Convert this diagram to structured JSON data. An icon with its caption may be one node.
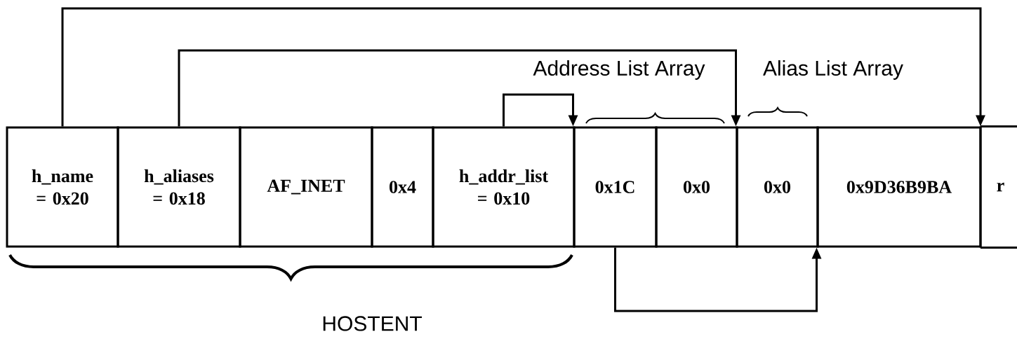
{
  "diagram": {
    "nodes": [
      {
        "text": [
          "h_name = 0x20"
        ]
      },
      {
        "text": [
          "h_aliases = 0x18"
        ]
      },
      {
        "text": [
          "AF_INET"
        ]
      },
      {
        "text": [
          "0x4"
        ]
      },
      {
        "text": [
          "h_addr_list = 0x10"
        ]
      },
      {
        "text": [
          "0x1C"
        ]
      },
      {
        "text": [
          "0x0"
        ]
      },
      {
        "text": [
          "0x0"
        ]
      },
      {
        "text": [
          "0x9D36B9BA"
        ]
      },
      {
        "text": [
          "r"
        ]
      }
    ],
    "edges": [
      {
        "from": 0,
        "to": 9,
        "arrow": "to"
      },
      {
        "from": 1,
        "to": 7,
        "arrow": "to"
      },
      {
        "from": 4,
        "to": 5,
        "arrow": "to"
      },
      {
        "from": 5,
        "to": 8,
        "arrow": "to"
      }
    ],
    "labels": [
      "Address List Array",
      "Alias List Array",
      "HOSTENT"
    ]
  }
}
